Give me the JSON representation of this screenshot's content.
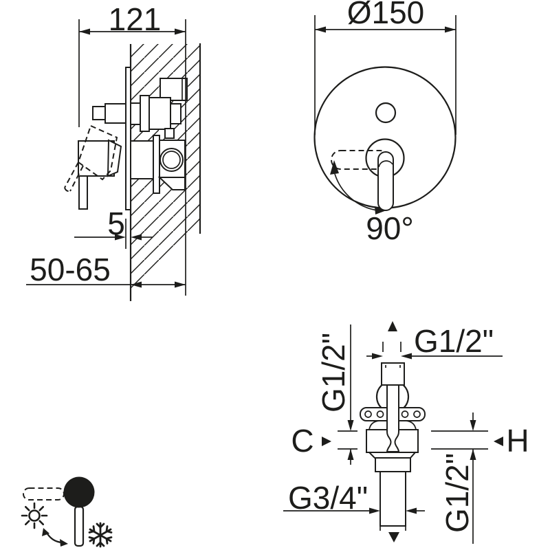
{
  "drawing": {
    "type": "technical installation diagram - concealed shower mixer valve",
    "colors": {
      "line": "#1d1d1b",
      "background": "#ffffff"
    },
    "side_view": {
      "width_label": "121",
      "plate_thickness_label": "5",
      "mounting_depth_label": "50-65"
    },
    "front_view": {
      "diameter_label": "Ø150",
      "rotation_label": "90°"
    },
    "valve_view": {
      "top_thread_label": "G1/2\"",
      "top_depth_label": "G1/2\"",
      "cold_port_label": "C",
      "hot_port_label": "H",
      "bottom_thread_label": "G3/4\"",
      "bottom_depth_label": "G1/2\""
    },
    "legend_icons": {
      "hot": "sun-icon",
      "cold": "snowflake-icon",
      "motion": "swivel-arrow-icon"
    }
  }
}
